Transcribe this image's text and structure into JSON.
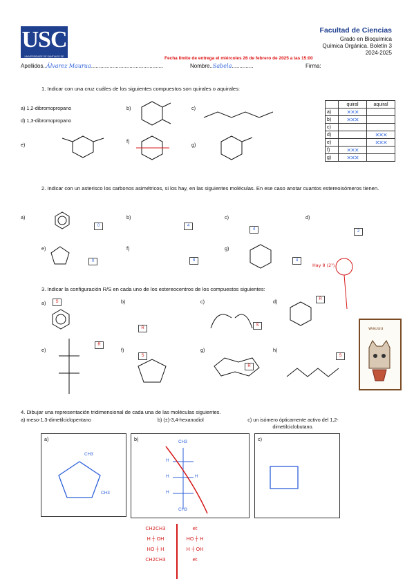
{
  "header": {
    "logo_text": "USC",
    "logo_sub": "UNIVERSIDADE DE SANTIAGO DE COMPOSTELA",
    "faculty": "Facultad de Ciencias",
    "degree": "Grado en Bioquímica",
    "course": "Química Orgánica. Boletín 3",
    "year": "2024-2025",
    "deadline": "Fecha límite de entrega el miércoles 26 de febrero de 2025 a las 15:00",
    "apellidos_label": "Apellidos",
    "apellidos_value": "Álvarez Maurua",
    "nombre_label": "Nombre",
    "nombre_value": "Sabela",
    "firma_label": "Firma:"
  },
  "q1": {
    "title": "1.    Indicar con una cruz cuáles de los siguientes compuestos son quirales o aquirales:",
    "items": [
      "a) 1,2-dibromopropano",
      "d) 1,3-dibromopropano",
      "b)",
      "c)",
      "e)",
      "f)",
      "g)"
    ],
    "table_headers": [
      "quiral",
      "aquiral"
    ],
    "rows": [
      "a)",
      "b)",
      "c)",
      "d)",
      "e)",
      "f)",
      "g)"
    ],
    "mark_x": "✕✕✕"
  },
  "q2": {
    "title": "2.    Indicar con un asterisco los carbonos asimétricos, si los hay, en las siguientes moléculas. En ese caso anotar cuantos estereoisómeros tienen.",
    "labels": [
      "a)",
      "b)",
      "c)",
      "d)",
      "e)",
      "f)",
      "g)"
    ],
    "answers": [
      "0",
      "4",
      "4",
      "2",
      "0",
      "8",
      "4"
    ],
    "note": "Hay 8 (2³)"
  },
  "q3": {
    "title": "3.    Indicar la configuración R/S en cada uno de los estereocentros de los compuestos siguientes:",
    "labels": [
      "a)",
      "b)",
      "c)",
      "d)",
      "e)",
      "f)",
      "g)",
      "h)"
    ],
    "answers": [
      "S",
      "R",
      "S",
      "R",
      "R",
      "S",
      "R",
      "S"
    ],
    "drawing_caption": "wauuu"
  },
  "q4": {
    "title": "4. Dibujar una representación tridimensional de cada una de las moléculas siguientes.",
    "items": [
      "a) meso-1,3-dimetilciclopentano",
      "b) (±)-3,4-hexanodiol",
      "c) un isómero ópticamente activo del 1,2-dimetilciclobutano."
    ],
    "box_labels": [
      "a)",
      "b)",
      "c)"
    ],
    "formula_a": [
      "CH3",
      "CH3"
    ],
    "fischer_b": [
      "CH3",
      "H",
      "H",
      "H",
      "H",
      "CH3"
    ],
    "fischer_red": [
      "CH2CH3",
      "H",
      "OH",
      "HO",
      "H",
      "CH2CH3"
    ],
    "fischer_red_right": [
      "et",
      "HO",
      "H",
      "H",
      "OH",
      "et"
    ]
  }
}
